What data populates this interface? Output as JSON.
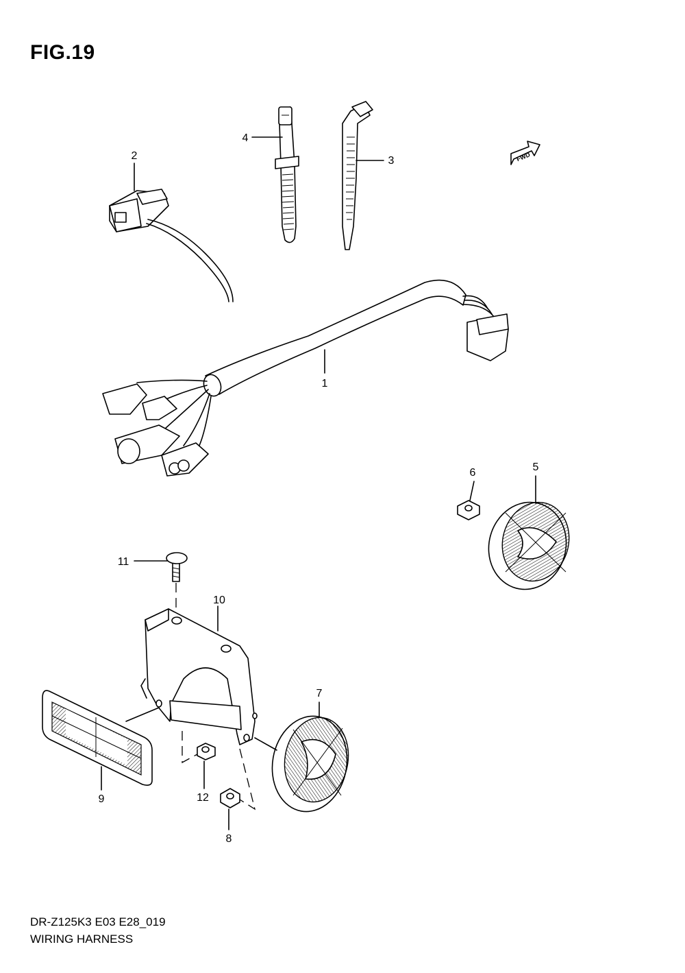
{
  "figure": {
    "title": "FIG.19",
    "code": "DR-Z125K3 E03 E28_019",
    "name": "WIRING HARNESS",
    "fwd_label": "FWD"
  },
  "callouts": {
    "c1": "1",
    "c2": "2",
    "c3": "3",
    "c4": "4",
    "c5": "5",
    "c6": "6",
    "c7": "7",
    "c8": "8",
    "c9": "9",
    "c10": "10",
    "c11": "11",
    "c12": "12"
  }
}
